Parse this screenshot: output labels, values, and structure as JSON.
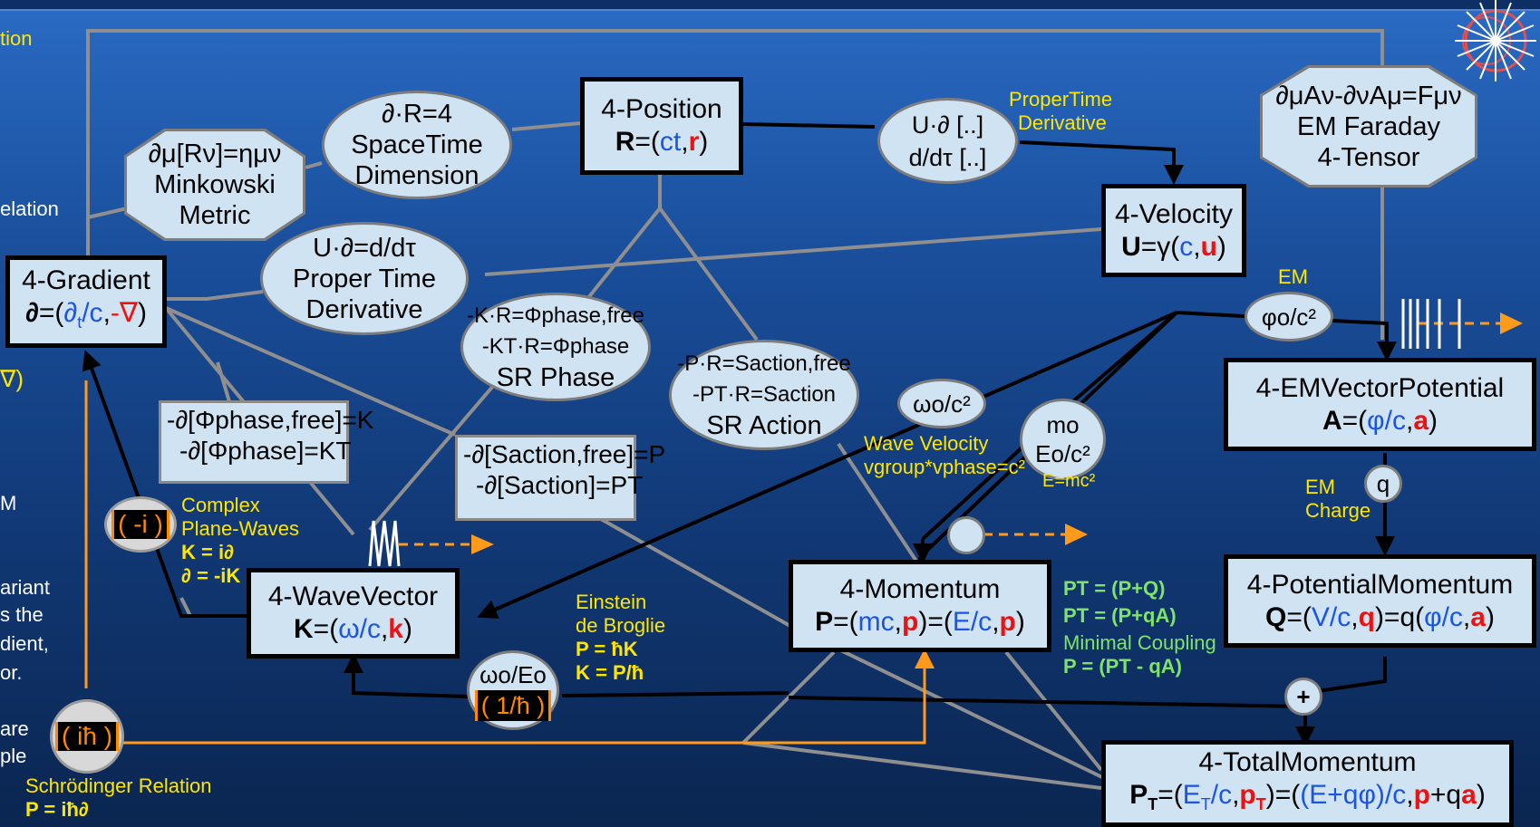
{
  "left_labels": {
    "l1": "tion",
    "l2": "elation",
    "l3": "∇)",
    "l4": "M",
    "l5": "ariant",
    "l6": "s the",
    "l7": "dient,",
    "l8": "or.",
    "l9": "are",
    "l10": "ple"
  },
  "nodes": {
    "position": {
      "title": "4-Position",
      "formula": "R=(ct,r)"
    },
    "velocity": {
      "title": "4-Velocity",
      "formula": "U=γ(c,u)"
    },
    "gradient": {
      "title": "4-Gradient",
      "formula": "∂=(∂t/c,-∇)"
    },
    "wavevector": {
      "title": "4-WaveVector",
      "formula": "K=(ω/c,k)"
    },
    "momentum": {
      "title": "4-Momentum",
      "formula": "P=(mc,p)=(E/c,p)"
    },
    "em_potential": {
      "title": "4-EMVectorPotential",
      "formula": "A=(φ/c,a)"
    },
    "potential_momentum": {
      "title": "4-PotentialMomentum",
      "formula": "Q=(V/c,q)=q(φ/c,a)"
    },
    "total_momentum": {
      "title": "4-TotalMomentum",
      "formula": "PT=(ET/c,pT)=((E+qφ)/c,p+qa)"
    }
  },
  "ellipses": {
    "spacetime": {
      "l1": "∂·R=4",
      "l2": "SpaceTime",
      "l3": "Dimension"
    },
    "proper_time_top": {
      "l1": "U·∂ [..]",
      "l2": "d/dτ [..]"
    },
    "proper_time": {
      "l1": "U·∂=d/dτ",
      "l2": "Proper Time",
      "l3": "Derivative"
    },
    "sr_phase": {
      "l1": "-K·R=Φphase,free",
      "l2": "-KT·R=Φphase",
      "l3": "SR Phase"
    },
    "sr_action": {
      "l1": "-P·R=Saction,free",
      "l2": "-PT·R=Saction",
      "l3": "SR Action"
    },
    "omega_c2": "ωo/c²",
    "phi_c2": "φo/c²",
    "mo_eo": {
      "l1": "mo",
      "l2": "Eo/c²"
    },
    "omega_eo": "ωo/Eo",
    "q": "q",
    "plus": "+"
  },
  "octagons": {
    "minkowski": {
      "l1": "∂μ[Rν]=ημν",
      "l2": "Minkowski",
      "l3": "Metric"
    },
    "faraday": {
      "l1": "∂μAν-∂νAμ=Fμν",
      "l2": "EM Faraday",
      "l3": "4-Tensor"
    }
  },
  "boxes": {
    "phase_grad": {
      "l1": "-∂[Φphase,free]=K",
      "l2": "-∂[Φphase]=KT"
    },
    "action_grad": {
      "l1": "-∂[Saction,free]=P",
      "l2": "-∂[Saction]=PT"
    }
  },
  "badges": {
    "minus_i": "( -i )",
    "i_hbar": "( iħ )",
    "one_over_hbar": "( 1/ħ )"
  },
  "annotations": {
    "proper_time_derivative": {
      "l1": "ProperTime",
      "l2": "Derivative"
    },
    "em_top": "EM",
    "wave_velocity": {
      "l1": "Wave Velocity",
      "l2": "vgroup*vphase=c²"
    },
    "e_mc2": "E=mc²",
    "em_charge": {
      "l1": "EM",
      "l2": "Charge"
    },
    "complex_waves": {
      "l1": "Complex",
      "l2": "Plane-Waves",
      "l3": "K = i∂",
      "l4": "∂ = -iK"
    },
    "einstein": {
      "l1": "Einstein",
      "l2": "de Broglie",
      "l3": "P = ħK",
      "l4": "K = P/ħ"
    },
    "minimal_coupling": {
      "l1": "PT = (P+Q)",
      "l2": "PT = (P+qA)",
      "l3": "Minimal Coupling",
      "l4": "P = (PT - qA)"
    },
    "schrodinger": {
      "l1": "Schrödinger Relation",
      "l2": "P = iħ∂"
    }
  },
  "colors": {
    "node_fill": "#cfe3f2",
    "accent_yellow": "#ffe600",
    "accent_green": "#7fe36a",
    "accent_orange": "#ff9a1a",
    "time_blue": "#1a55e8",
    "space_red": "#ee1111"
  }
}
